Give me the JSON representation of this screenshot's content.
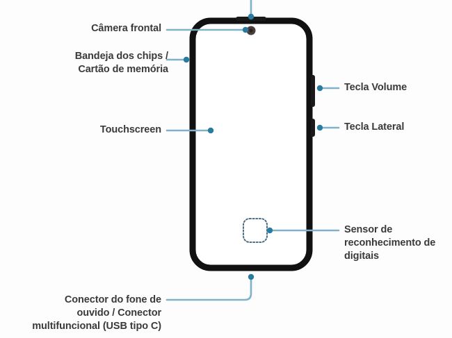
{
  "diagram": {
    "title": "Smartphone front view component diagram",
    "language": "pt-BR",
    "colors": {
      "background": "#fdfdfd",
      "body_outline": "#111111",
      "leader_line": "#7fb2c9",
      "leader_dot": "#2a7ba0",
      "text": "#3a3a3a",
      "sensor_dashes": "#4a6f86",
      "camera_lens": "#4a3f3c"
    },
    "labels": {
      "camera_frontal": "Câmera frontal",
      "bandeja_chips": "Bandeja dos chips /\nCartão de memória",
      "touchscreen": "Touchscreen",
      "tecla_volume": "Tecla Volume",
      "tecla_lateral": "Tecla Lateral",
      "sensor_digitais": "Sensor de\nreconhecimento de\ndigitais",
      "conector": "Conector do fone de\nouvido / Conector\nmultifuncional (USB tipo C)"
    },
    "parts": [
      {
        "name": "front-camera",
        "label": "Câmera frontal",
        "side": "left"
      },
      {
        "name": "sim-tray",
        "label": "Bandeja dos chips / Cartão de memória",
        "side": "left"
      },
      {
        "name": "touchscreen",
        "label": "Touchscreen",
        "side": "left"
      },
      {
        "name": "volume-key",
        "label": "Tecla Volume",
        "side": "right"
      },
      {
        "name": "side-key",
        "label": "Tecla Lateral",
        "side": "right"
      },
      {
        "name": "fingerprint-sensor",
        "label": "Sensor de reconhecimento de digitais",
        "side": "right"
      },
      {
        "name": "usb-c-connector",
        "label": "Conector do fone de ouvido / Conector multifuncional (USB tipo C)",
        "side": "bottom"
      },
      {
        "name": "earpiece-speaker",
        "label": "",
        "side": "top"
      }
    ]
  }
}
